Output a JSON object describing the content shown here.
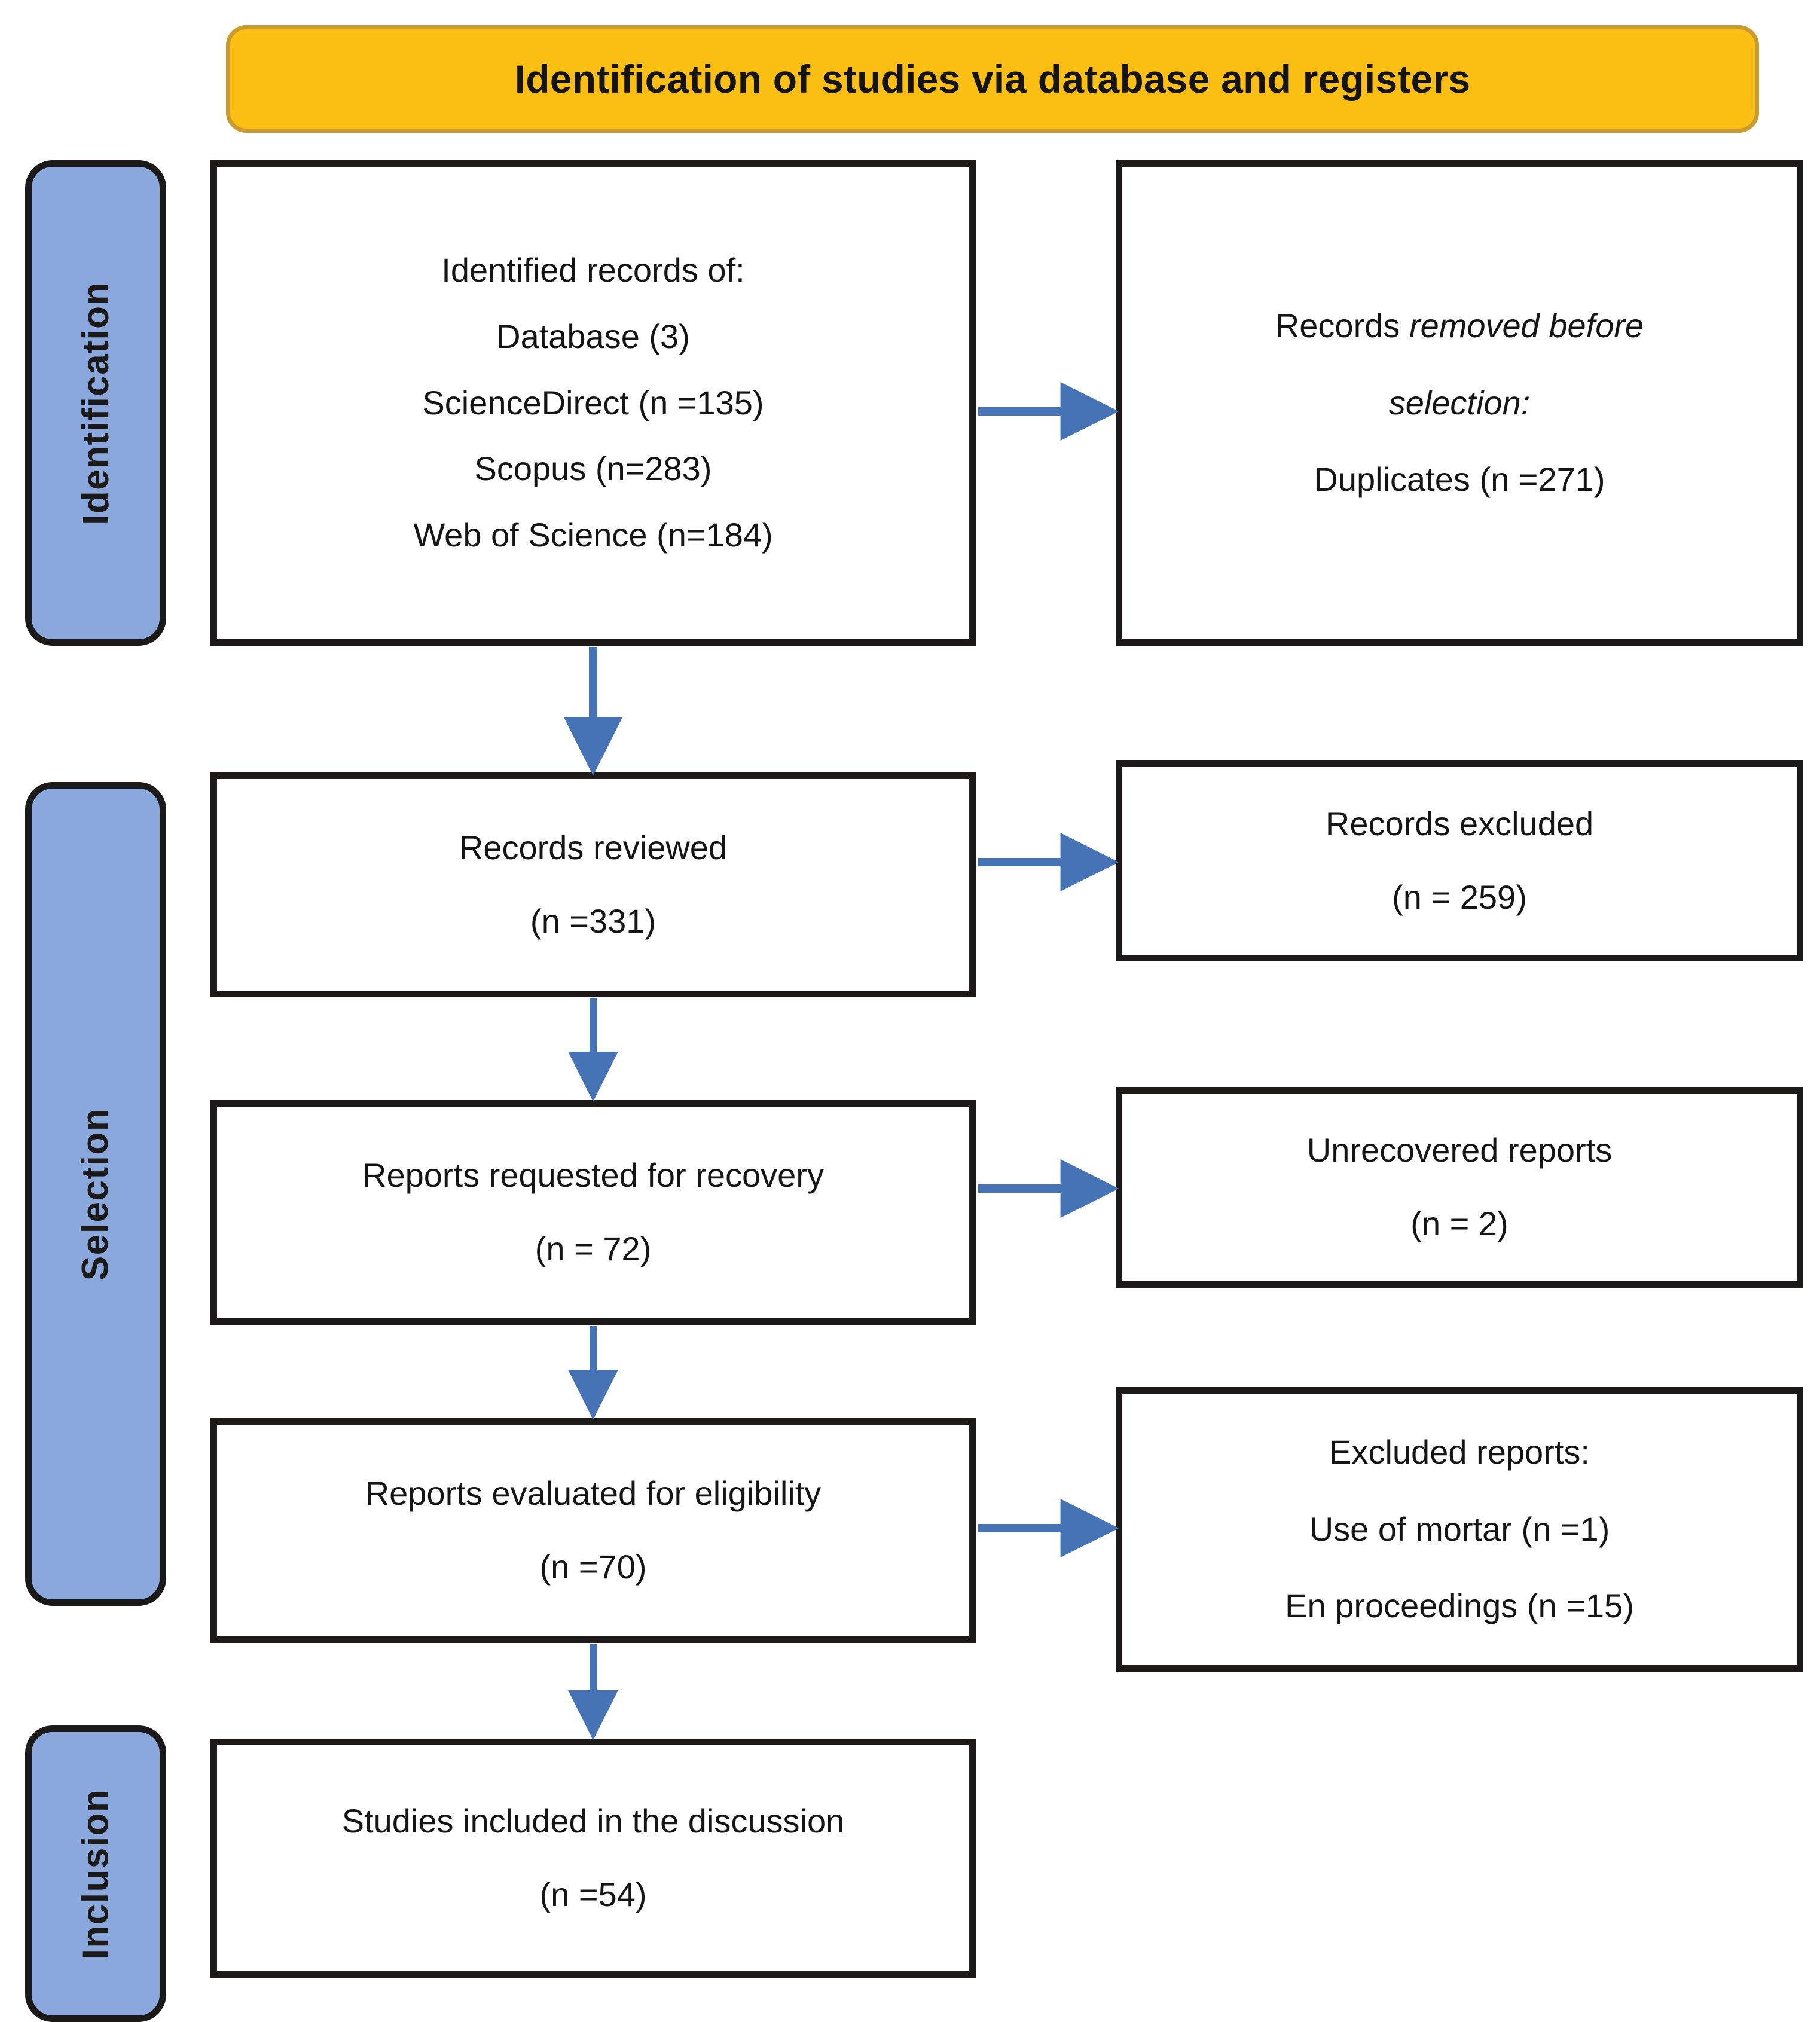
{
  "header": {
    "title": "Identification of studies via database and registers",
    "fill": "#FBBF14",
    "border": "#C99A2E"
  },
  "theme": {
    "phase_fill": "#8BA8DC",
    "box_border": "#1C1A19",
    "arrow_color": "#4573B5",
    "text_color": "#151515",
    "background": "#FFFFFF"
  },
  "phases": [
    {
      "id": "identification",
      "label": "Identification"
    },
    {
      "id": "selection",
      "label": "Selection"
    },
    {
      "id": "inclusion",
      "label": "Inclusion"
    }
  ],
  "boxes": {
    "identified": {
      "lines": [
        "Identified records of:",
        "Database (3)",
        "ScienceDirect (n =135)",
        "Scopus (n=283)",
        "Web of Science (n=184)"
      ]
    },
    "removed": {
      "line1_plain": "Records ",
      "line1_italic": "removed before",
      "line2_italic": "selection:",
      "line3": "Duplicates (n =271)"
    },
    "reviewed": {
      "lines": [
        "Records reviewed",
        "(n =331)"
      ]
    },
    "excluded_records": {
      "lines": [
        "Records excluded",
        "(n = 259)"
      ]
    },
    "requested": {
      "lines": [
        "Reports requested for recovery",
        "(n = 72)"
      ]
    },
    "unrecovered": {
      "lines": [
        "Unrecovered reports",
        "(n = 2)"
      ]
    },
    "evaluated": {
      "lines": [
        "Reports evaluated for eligibility",
        "(n =70)"
      ]
    },
    "excluded_reports": {
      "lines": [
        "Excluded reports:",
        "Use of mortar (n =1)",
        "En proceedings (n =15)"
      ]
    },
    "included": {
      "lines": [
        "Studies included in the discussion",
        "(n =54)"
      ]
    }
  },
  "flow_data": {
    "type": "prisma-flow",
    "databases": [
      {
        "name": "ScienceDirect",
        "n": 135
      },
      {
        "name": "Scopus",
        "n": 283
      },
      {
        "name": "Web of Science",
        "n": 184
      }
    ],
    "database_count": 3,
    "duplicates_removed": 271,
    "records_reviewed": 331,
    "records_excluded": 259,
    "reports_requested": 72,
    "reports_unrecovered": 2,
    "reports_evaluated": 70,
    "reports_excluded": [
      {
        "reason": "Use of mortar",
        "n": 1
      },
      {
        "reason": "En proceedings",
        "n": 15
      }
    ],
    "studies_included": 54
  }
}
